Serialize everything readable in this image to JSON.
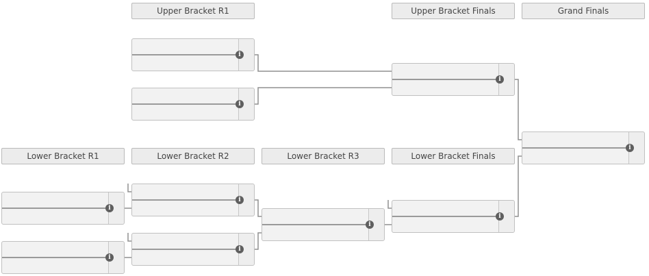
{
  "rounds": {
    "upper_r1": "Upper Bracket R1",
    "upper_finals": "Upper Bracket Finals",
    "grand_finals": "Grand Finals",
    "lower_r1": "Lower Bracket R1",
    "lower_r2": "Lower Bracket R2",
    "lower_r3": "Lower Bracket R3",
    "lower_finals": "Lower Bracket Finals"
  },
  "matches": {
    "ub_r1_m1": {
      "team1": "",
      "team2": "",
      "info_icon": "info-icon"
    },
    "ub_r1_m2": {
      "team1": "",
      "team2": "",
      "info_icon": "info-icon"
    },
    "ub_finals": {
      "team1": "",
      "team2": "",
      "info_icon": "info-icon"
    },
    "grand_finals": {
      "team1": "",
      "team2": "",
      "info_icon": "info-icon"
    },
    "lb_r1_m1": {
      "team1": "",
      "team2": "",
      "info_icon": "info-icon"
    },
    "lb_r1_m2": {
      "team1": "",
      "team2": "",
      "info_icon": "info-icon"
    },
    "lb_r2_m1": {
      "team1": "",
      "team2": "",
      "info_icon": "info-icon"
    },
    "lb_r2_m2": {
      "team1": "",
      "team2": "",
      "info_icon": "info-icon"
    },
    "lb_r3": {
      "team1": "",
      "team2": "",
      "info_icon": "info-icon"
    },
    "lb_finals": {
      "team1": "",
      "team2": "",
      "info_icon": "info-icon"
    }
  },
  "icon_glyph": "i",
  "colors": {
    "connector": "#8f8f8f",
    "box_fill": "#f2f2f2",
    "header_fill": "#ececec"
  }
}
